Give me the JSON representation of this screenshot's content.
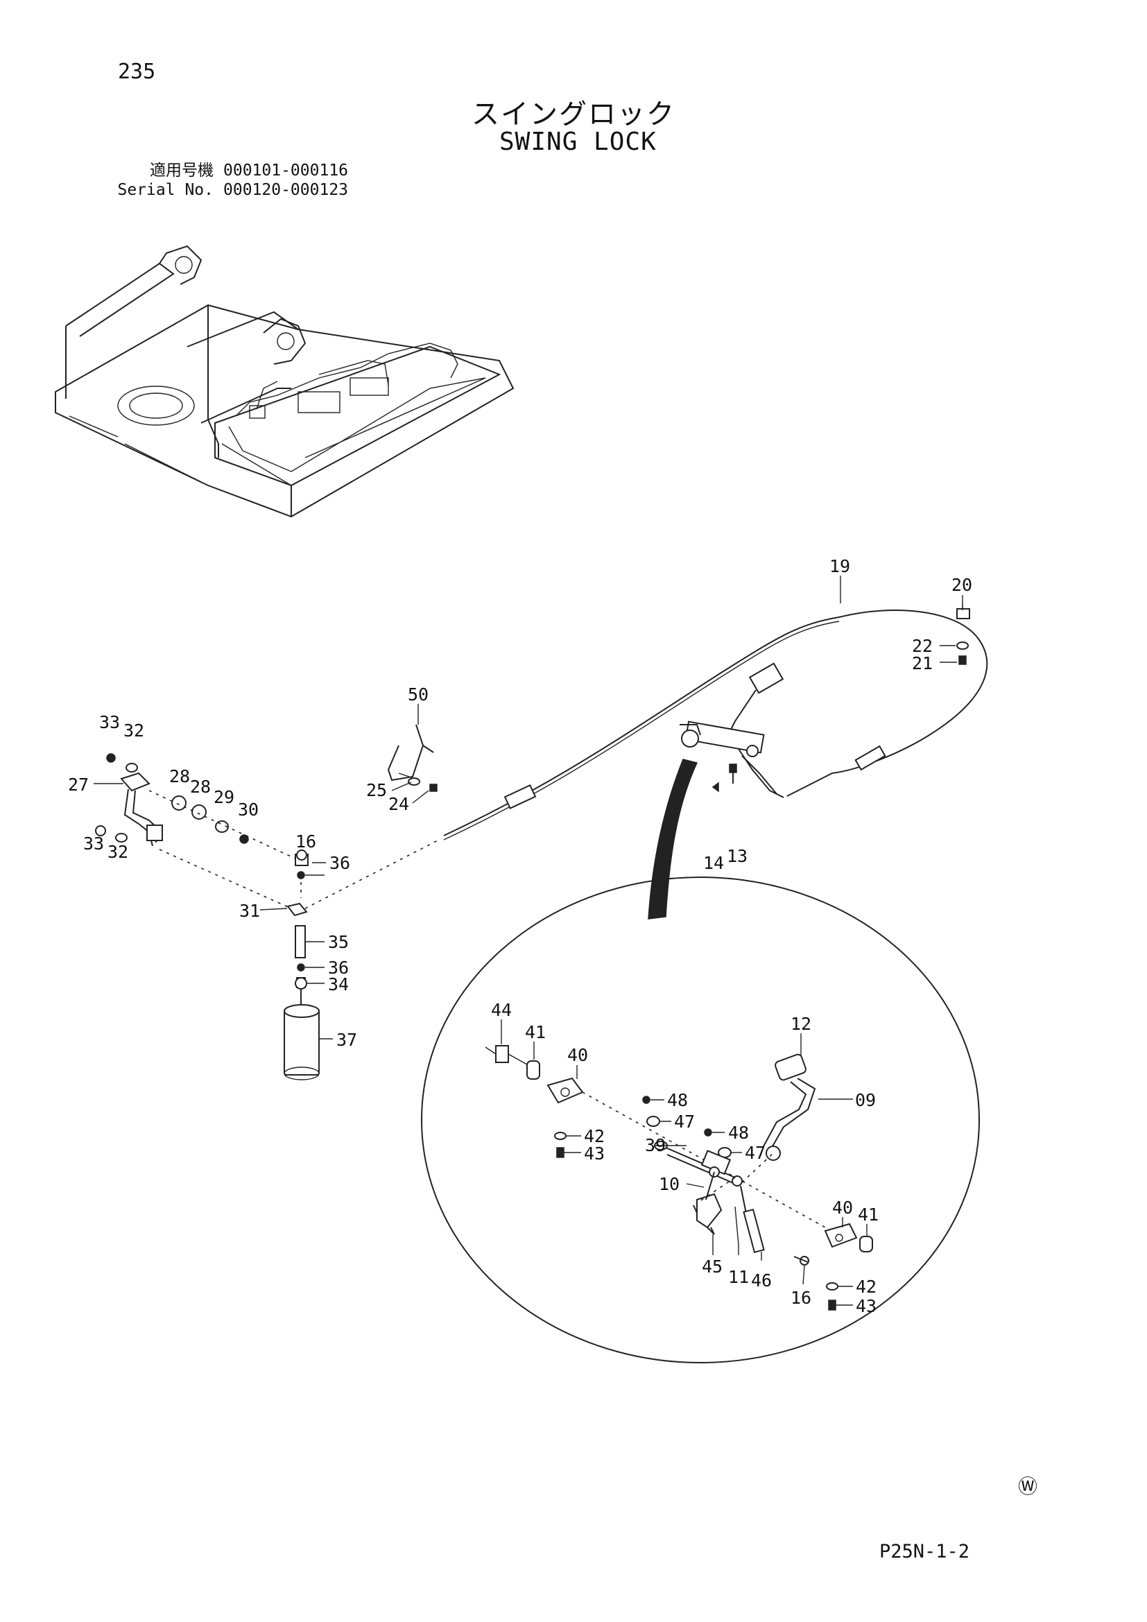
{
  "page_number": "235",
  "title_jp": "スイングロック",
  "title_en": "SWING LOCK",
  "serial": {
    "label_jp": "適用号機",
    "range_jp": "000101-000116",
    "label_en": "Serial No.",
    "range_en": "000120-000123"
  },
  "page_code": "P25N-1-2",
  "watermark_symbol": "Ⓦ",
  "callouts": {
    "c19": "19",
    "c20": "20",
    "c22": "22",
    "c21": "21",
    "c50": "50",
    "c25": "25",
    "c24": "24",
    "c33a": "33",
    "c32a": "32",
    "c27": "27",
    "c28a": "28",
    "c28b": "28",
    "c29": "29",
    "c30": "30",
    "c33b": "33",
    "c32b": "32",
    "c16a": "16",
    "c36a": "36",
    "c31": "31",
    "c35": "35",
    "c36b": "36",
    "c34": "34",
    "c37": "37",
    "c14": "14",
    "c13": "13",
    "c44": "44",
    "c41a": "41",
    "c40a": "40",
    "c12": "12",
    "c48a": "48",
    "c09": "09",
    "c47a": "47",
    "c48b": "48",
    "c42a": "42",
    "c39": "39",
    "c43a": "43",
    "c47b": "47",
    "c10": "10",
    "c40b": "40",
    "c41b": "41",
    "c45": "45",
    "c11": "11",
    "c46": "46",
    "c16b": "16",
    "c42b": "42",
    "c43b": "43"
  }
}
